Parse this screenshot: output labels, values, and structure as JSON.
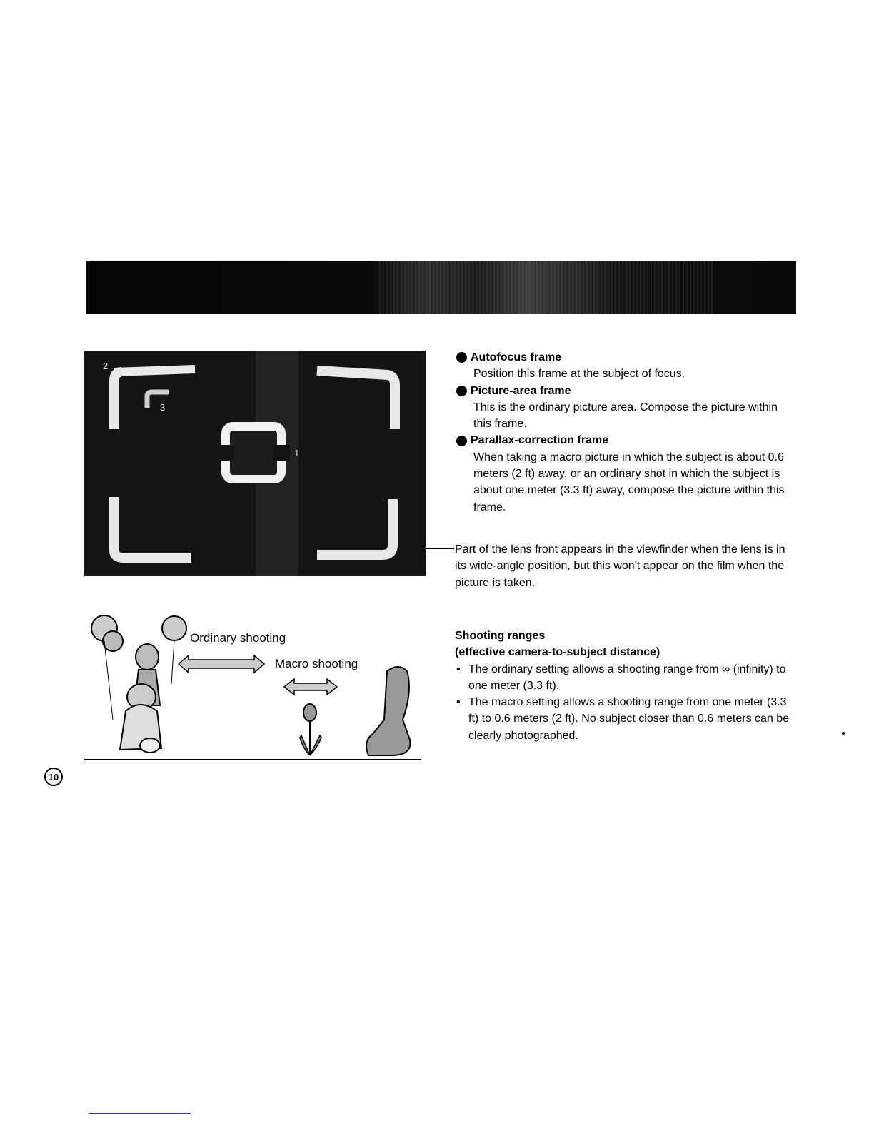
{
  "viewfinder": {
    "label_1": "1",
    "label_2": "2",
    "label_3": "3"
  },
  "frames": [
    {
      "title": "Autofocus frame",
      "description": "Position this frame at the subject of focus."
    },
    {
      "title": "Picture-area frame",
      "description": "This is the ordinary picture area. Compose the picture within this frame."
    },
    {
      "title": "Parallax-correction frame",
      "description": "When taking a macro picture in which the subject is about 0.6 meters (2 ft) away, or an ordinary shot in which the subject is about one meter (3.3 ft) away, compose the picture within this frame."
    }
  ],
  "lens_note": "Part of the lens front appears in the viewfinder when the lens is in its wide-angle position, but this won't appear on the film when the picture is taken.",
  "illustration": {
    "ordinary_label": "Ordinary shooting",
    "macro_label": "Macro shooting"
  },
  "shooting_ranges": {
    "title": "Shooting ranges",
    "subtitle": "(effective camera-to-subject distance)",
    "bullets": [
      "The ordinary setting allows a shooting range from ∞ (infinity) to one meter (3.3 ft).",
      "The macro setting allows a shooting range from one meter (3.3 ft) to 0.6 meters (2 ft). No subject closer than 0.6 meters can be clearly photographed."
    ]
  },
  "page_number": "10"
}
